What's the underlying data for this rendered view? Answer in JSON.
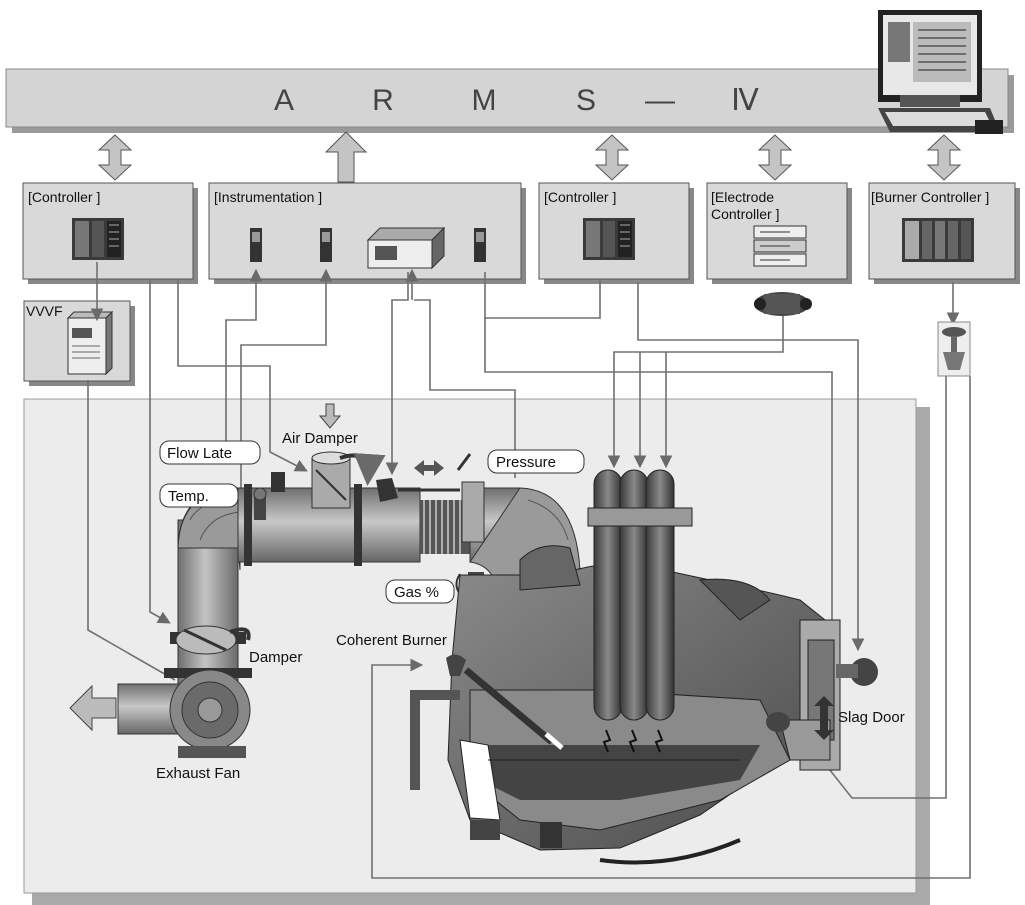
{
  "bus": {
    "letters": [
      "A",
      "R",
      "M",
      "S",
      "—",
      "Ⅳ"
    ]
  },
  "boxes": {
    "controller_1": "[Controller ]",
    "instrumentation": "[Instrumentation ]",
    "controller_2": "[Controller ]",
    "electrode_line1": "[Electrode",
    "electrode_line2": "Controller ]",
    "burner_controller": "[Burner Controller ]",
    "vvvf": "VVVF"
  },
  "labels": {
    "flow_late": "Flow Late",
    "temp": "Temp.",
    "air_damper": "Air Damper",
    "pressure": "Pressure",
    "gas": "Gas %",
    "damper": "Damper",
    "exhaust_fan": "Exhaust Fan",
    "coherent_burner": "Coherent Burner",
    "slag_door": "Slag Door"
  },
  "colors": {
    "bus_fill": "#d4d4d4",
    "box_fill": "#d9d9d9",
    "panel_fill": "#ececec",
    "pipe": "#8a8a8a",
    "furnace": "#6e6e6e",
    "signal": "#777777",
    "arrow": "#bdbdbd"
  },
  "icons": [
    "plc-rack-icon",
    "transmitter-icon",
    "analyzer-icon",
    "electrode-rack-icon",
    "computer-workstation-icon",
    "valve-icon",
    "motor-icon",
    "exhaust-fan-icon",
    "furnace-icon"
  ]
}
